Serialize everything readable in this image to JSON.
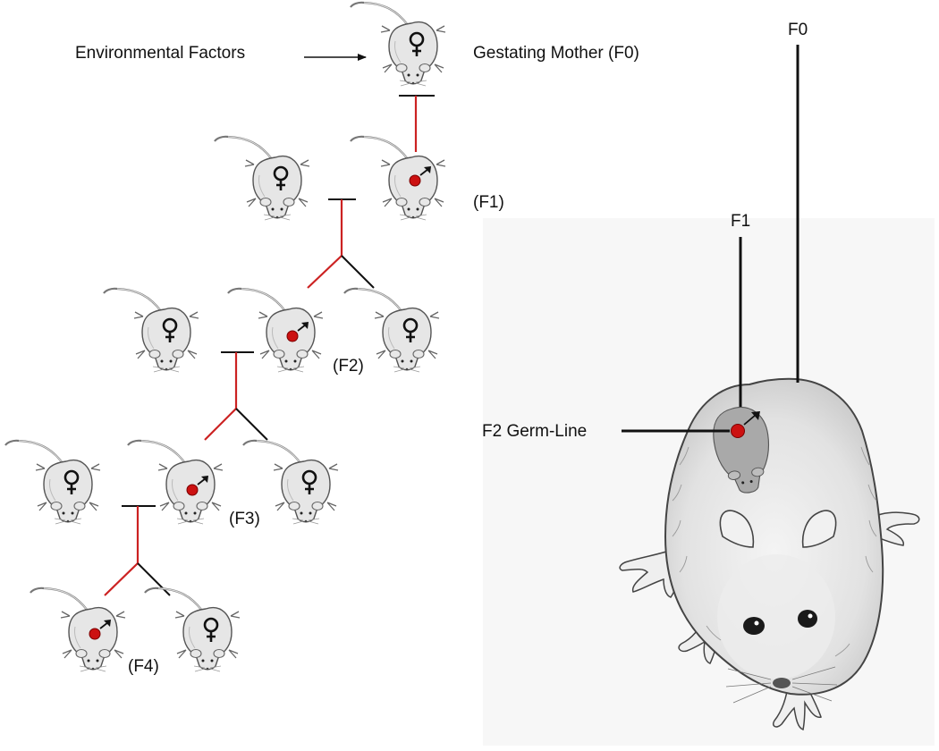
{
  "labels": {
    "environmental_factors": "Environmental Factors",
    "gestating_mother": "Gestating Mother (F0)",
    "f1": "(F1)",
    "f2": "(F2)",
    "f3": "(F3)",
    "f4": "(F4)"
  },
  "inset_labels": {
    "f0": "F0",
    "f1": "F1",
    "f2_germ_line": "F2 Germ-Line"
  },
  "colors": {
    "lineage_red": "#cc2222",
    "line_black": "#111111",
    "exposed_dot": "#cc1111",
    "rat_fill": "#e6e6e6",
    "rat_outline": "#555555"
  },
  "icons": {
    "female": "female-symbol-icon",
    "male_exposed": "male-symbol-with-red-dot-icon",
    "rat": "rat-icon"
  }
}
